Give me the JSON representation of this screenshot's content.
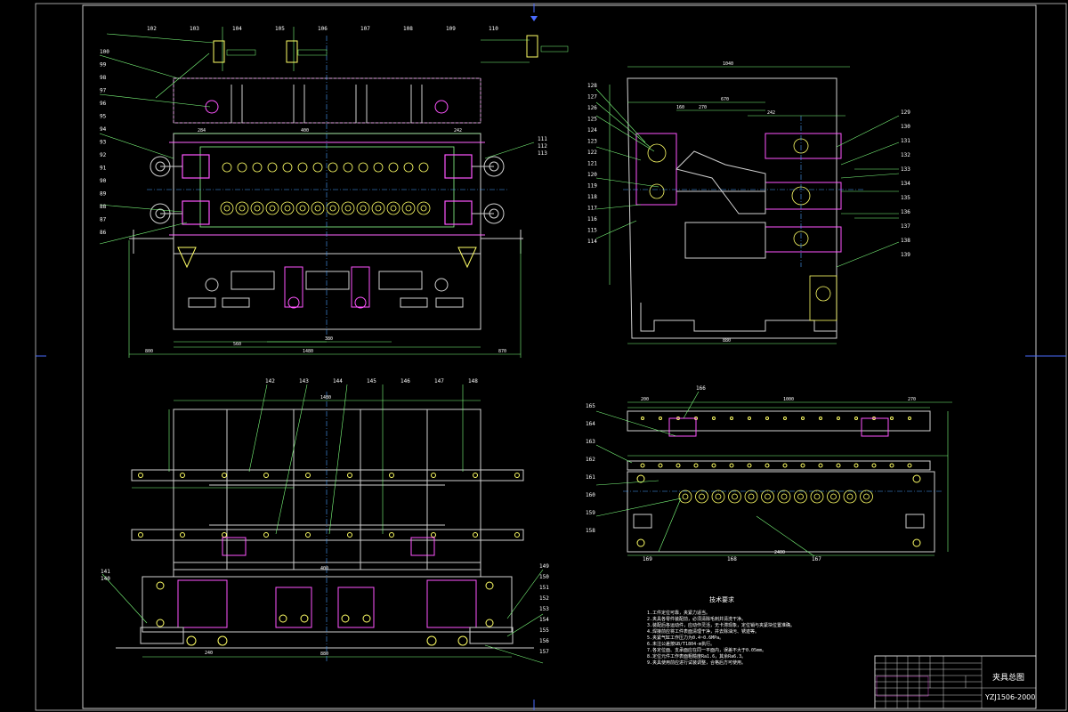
{
  "title_block": {
    "drawing_name": "夹具总图",
    "drawing_number": "YZJ1506-2000"
  },
  "notes": {
    "heading": "技术要求",
    "lines": [
      "1.工件定位可靠，夹紧力适当。",
      "2.夹具各零件装配前，必须清除毛刺并清洗干净。",
      "3.装配后各运动件，应动作灵活，无卡滞现象，定位销与夹紧块位置准确。",
      "4.焊接前应将工件表面清理干净，并去除油污、锈迹等。",
      "5.夹紧气缸工作压力为0.4~0.6MPa。",
      "6.未注公差按GB/T1804-m执行。",
      "7.各定位面、支承面应在同一平面内，误差不大于0.05mm。",
      "8.定位元件工作表面粗糙度Ra1.6，其余Ra6.3。",
      "9.夹具使用前应进行试装调整，合格后方可使用。"
    ]
  },
  "view1": {
    "balloons_left": [
      "100",
      "99",
      "98",
      "97",
      "96",
      "95",
      "94",
      "93",
      "92",
      "91",
      "90",
      "89",
      "88",
      "87",
      "86"
    ],
    "balloons_top": [
      "102",
      "103",
      "104",
      "105",
      "106",
      "107",
      "108",
      "109",
      "110"
    ],
    "balloons_right": [
      "111",
      "112",
      "113"
    ],
    "dims": {
      "total_width": "1480",
      "left_offset": "800",
      "right_offset": "870",
      "center_a": "560",
      "center_b": "380",
      "upper": "400",
      "top_gap": "284",
      "mid_gap": "242"
    }
  },
  "view2": {
    "balloons_left": [
      "128",
      "127",
      "126",
      "125",
      "124",
      "123",
      "122",
      "121",
      "120",
      "119",
      "118",
      "117",
      "116",
      "115",
      "114"
    ],
    "balloons_right": [
      "129",
      "130",
      "131",
      "132",
      "133",
      "134",
      "135",
      "136",
      "137",
      "138",
      "139"
    ],
    "dims": {
      "top": "1040",
      "a": "670",
      "b": "270",
      "c": "242",
      "d": "160",
      "base": "880"
    }
  },
  "view3": {
    "balloons_top": [
      "142",
      "143",
      "144",
      "145",
      "146",
      "147",
      "148"
    ],
    "balloons_left": [
      "141",
      "140"
    ],
    "balloons_right": [
      "149",
      "150",
      "151",
      "152",
      "153",
      "154",
      "155",
      "156",
      "157"
    ],
    "dims": {
      "top": "1480",
      "mid": "400",
      "low": "240",
      "base": "880"
    }
  },
  "view4": {
    "balloons_left": [
      "165",
      "164",
      "163",
      "162",
      "161",
      "160",
      "159",
      "158"
    ],
    "balloons_top": [
      "166"
    ],
    "balloons_bottom": [
      "169",
      "168",
      "167"
    ],
    "dims": {
      "a": "200",
      "b": "1000",
      "c": "270",
      "bot": "2400"
    }
  }
}
